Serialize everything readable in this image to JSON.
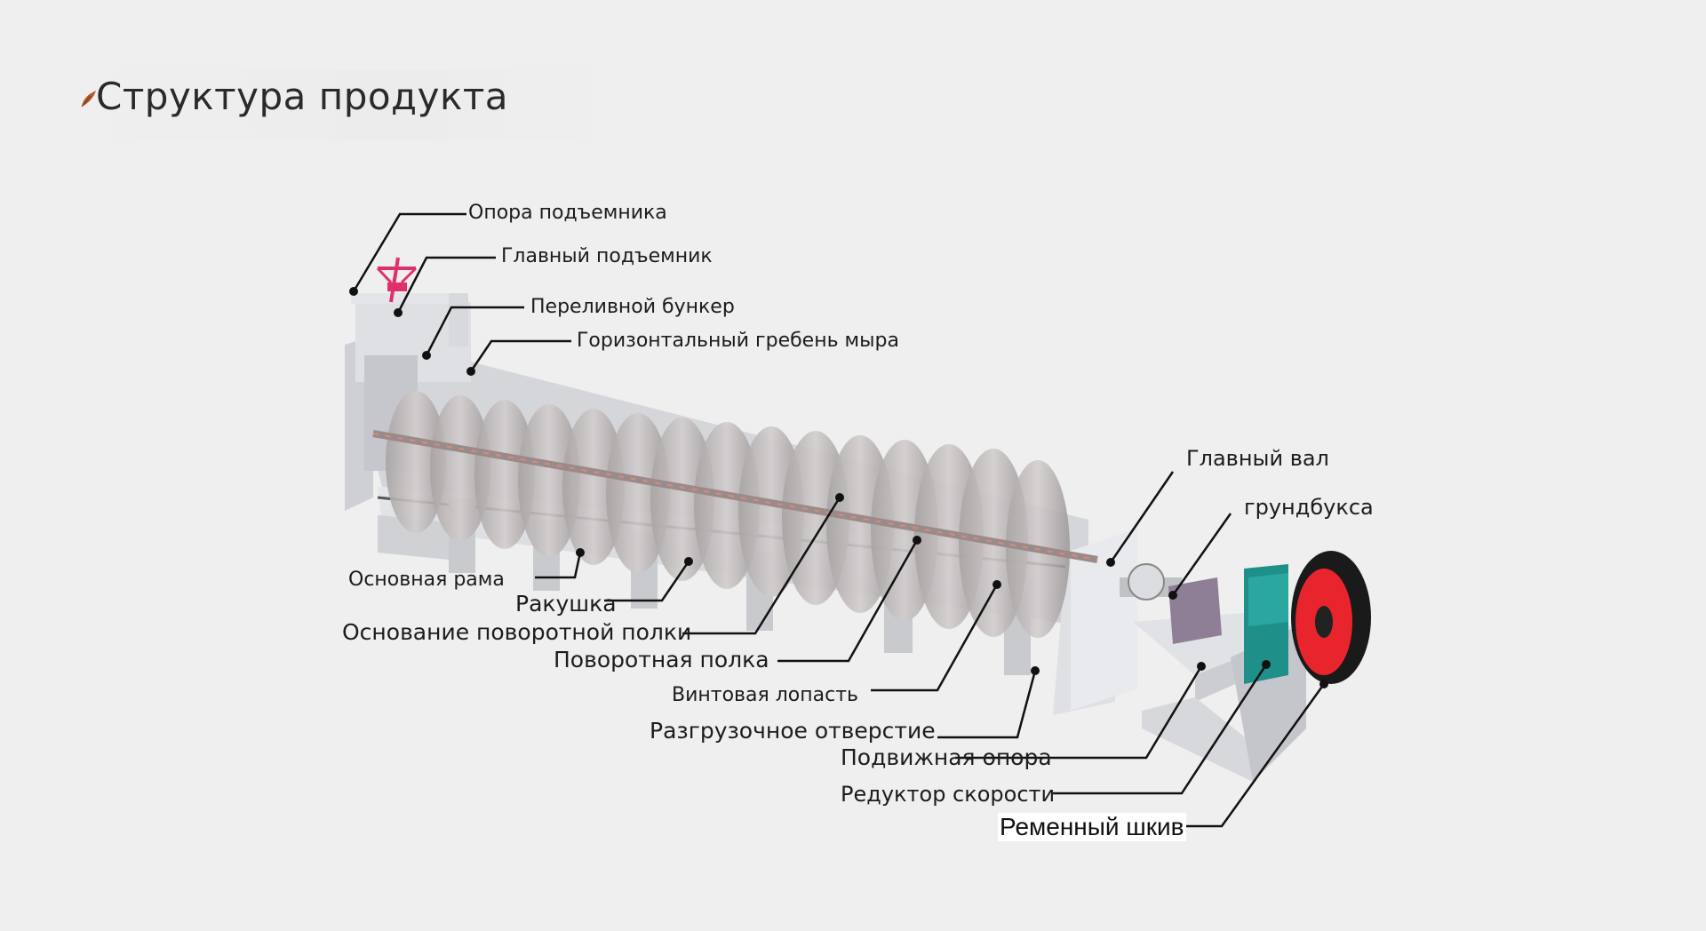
{
  "page": {
    "title": "Структура продукта"
  },
  "labels": {
    "lift_support": "Опора подъемника",
    "main_lift": "Главный подъемник",
    "overflow_hopper": "Переливной бункер",
    "horizontal_comb": "Горизонтальный гребень мыра",
    "main_shaft": "Главный вал",
    "stuffing_box": "грундбукса",
    "main_frame": "Основная рама",
    "shell": "Ракушка",
    "rotary_shelf_base": "Основание поворотной полки",
    "rotary_shelf": "Поворотная полка",
    "screw_blade": "Винтовая лопасть",
    "discharge_opening": "Разгрузочное отверстие",
    "movable_support": "Подвижная опора",
    "speed_reducer": "Редуктор скорости",
    "belt_pulley": "Ременный шкив"
  },
  "colors": {
    "background": "#efefef",
    "frame": "#dcdde2",
    "blade": "#b9b4b4",
    "reducer": "#1f8f8a",
    "pulley_rim": "#e8242c",
    "stuffing_box": "#8f7f96",
    "hoist_wheel": "#e0306a",
    "leader_line": "#111111"
  }
}
